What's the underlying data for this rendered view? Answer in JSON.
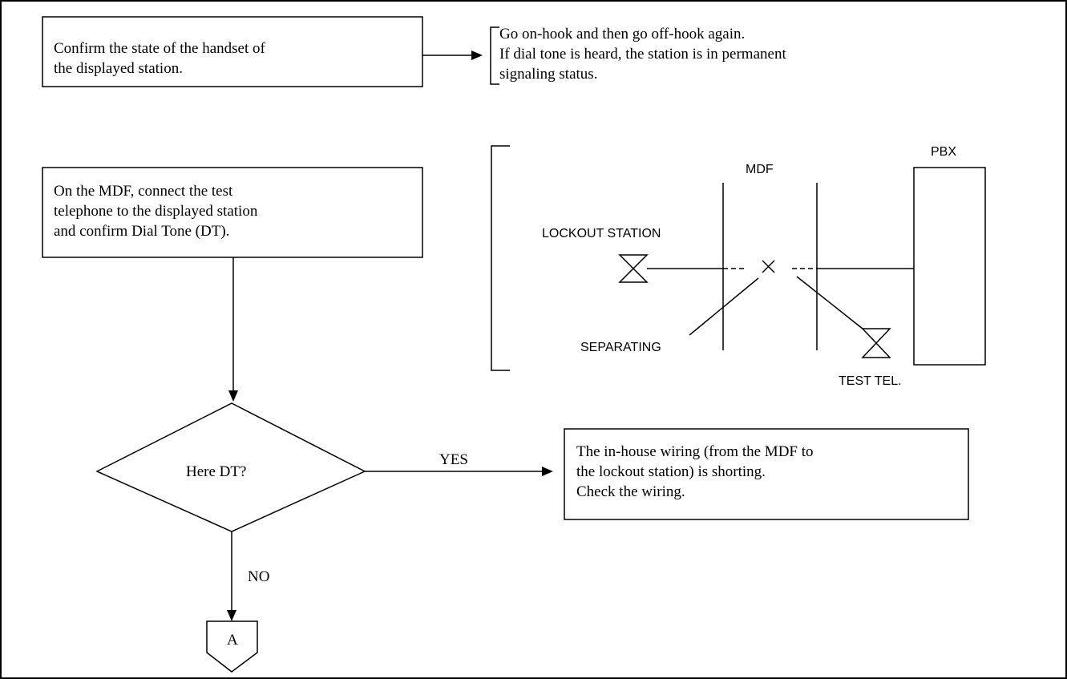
{
  "flow": {
    "step1": [
      "Confirm the state of the handset of",
      "the displayed station."
    ],
    "note1": [
      "Go on-hook and then go off-hook again.",
      "If dial tone is heard, the station is in permanent",
      "signaling status."
    ],
    "step2": [
      "On the MDF, connect the test",
      "telephone to the displayed station",
      "and confirm Dial Tone (DT)."
    ],
    "decision": "Here DT?",
    "yes_label": "YES",
    "no_label": "NO",
    "result_yes": [
      "The in-house wiring (from the MDF to",
      "the lockout station) is shorting.",
      "Check the wiring."
    ],
    "connector": "A"
  },
  "wiring": {
    "mdf": "MDF",
    "pbx": "PBX",
    "lockout_station": "LOCKOUT STATION",
    "separating": "SEPARATING",
    "test_tel": "TEST TEL."
  }
}
